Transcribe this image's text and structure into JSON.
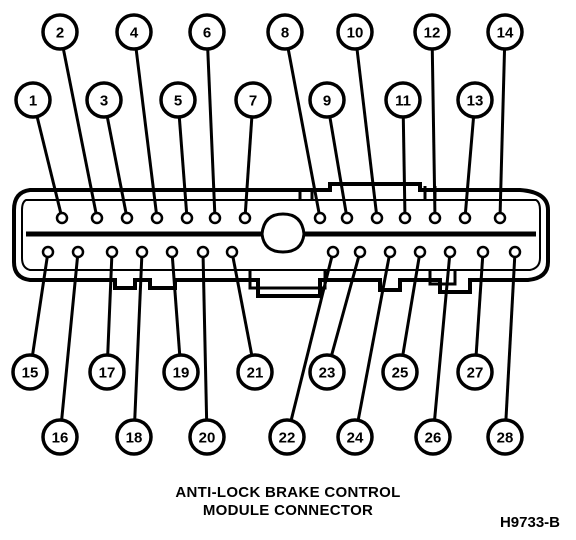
{
  "caption": {
    "line1": "ANTI-LOCK BRAKE CONTROL",
    "line2": "MODULE CONNECTOR"
  },
  "figure_id": "H9733-B",
  "pins": [
    "1",
    "2",
    "3",
    "4",
    "5",
    "6",
    "7",
    "8",
    "9",
    "10",
    "11",
    "12",
    "13",
    "14",
    "15",
    "16",
    "17",
    "18",
    "19",
    "20",
    "21",
    "22",
    "23",
    "24",
    "25",
    "26",
    "27",
    "28"
  ]
}
